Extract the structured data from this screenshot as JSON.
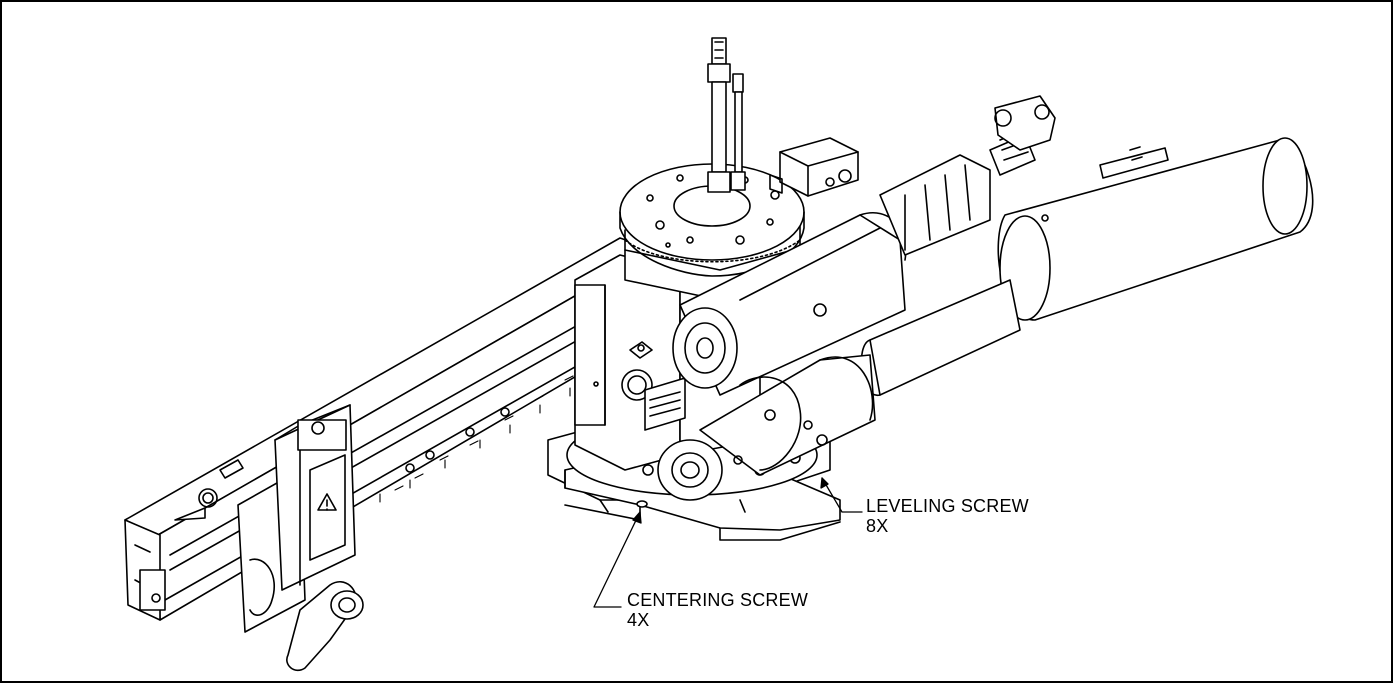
{
  "callouts": {
    "leveling": {
      "label": "LEVELING SCREW",
      "count": "8X"
    },
    "centering": {
      "label": "CENTERING SCREW",
      "count": "4X"
    }
  },
  "colors": {
    "line": "#000000",
    "background": "#ffffff"
  }
}
